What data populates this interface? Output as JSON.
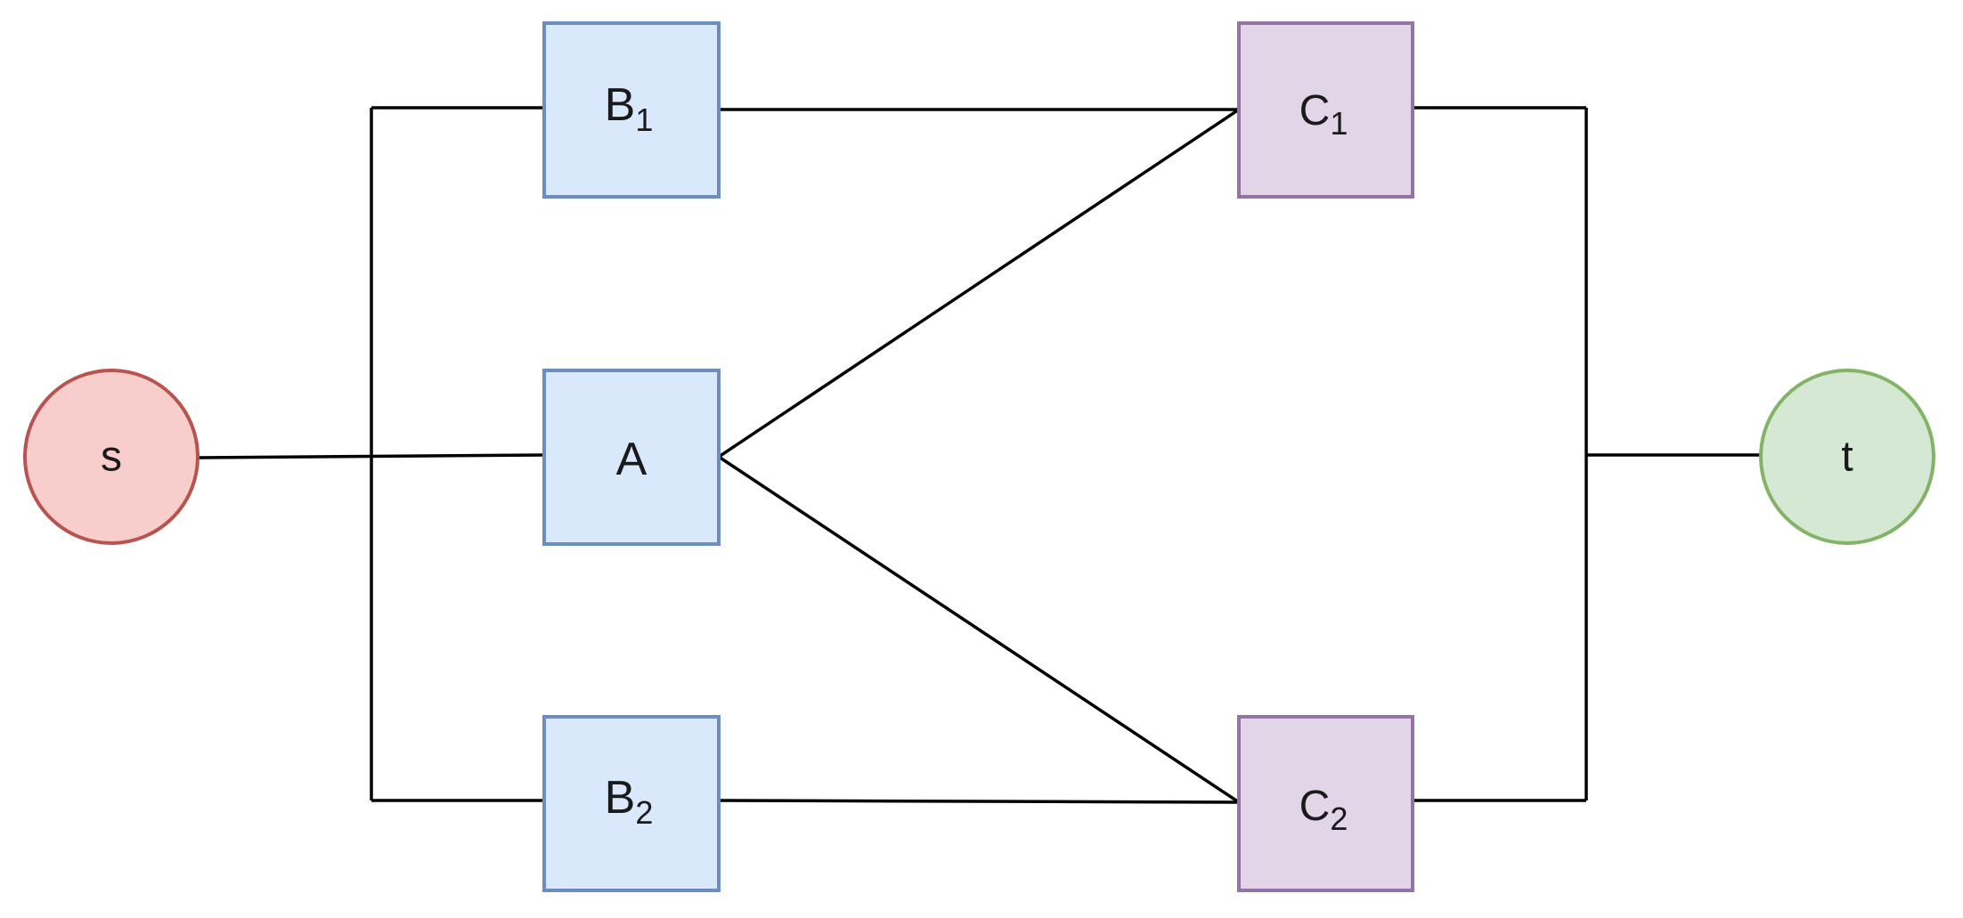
{
  "nodes": {
    "s": {
      "label": "s"
    },
    "t": {
      "label": "t"
    },
    "a": {
      "label": "A"
    },
    "b1": {
      "label": "B",
      "subscript": "1"
    },
    "b2": {
      "label": "B",
      "subscript": "2"
    },
    "c1": {
      "label": "C",
      "subscript": "1"
    },
    "c2": {
      "label": "C",
      "subscript": "2"
    }
  },
  "colors": {
    "source_fill": "#f8cecc",
    "source_stroke": "#b85450",
    "sink_fill": "#d5e8d4",
    "sink_stroke": "#82b366",
    "blue_fill": "#dae8fc",
    "blue_stroke": "#6c8ebf",
    "purple_fill": "#e1d5e7",
    "purple_stroke": "#9673a6",
    "edge": "#000000"
  }
}
